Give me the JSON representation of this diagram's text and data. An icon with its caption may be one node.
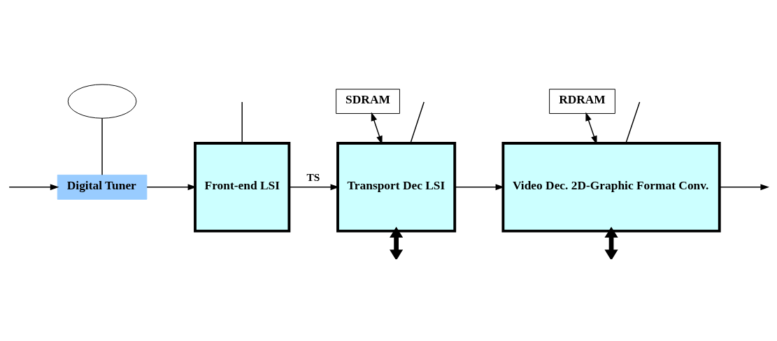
{
  "diagram": {
    "nodes": [
      {
        "text": [],
        "shape": "ellipse"
      },
      {
        "text": [
          "SDRAM"
        ]
      },
      {
        "text": [
          "RDRAM"
        ]
      },
      {
        "text": [
          "Digital Tuner"
        ]
      },
      {
        "text": [
          "Front-end LSI"
        ]
      },
      {
        "text": [
          "Transport Dec LSI"
        ]
      },
      {
        "text": [
          "Video Dec. 2D-Graphic Format Conv."
        ]
      }
    ],
    "edges": [
      {
        "from": null,
        "to": 3,
        "arrow": "to"
      },
      {
        "from": 0,
        "to": 3,
        "arrow": "none"
      },
      {
        "from": null,
        "to": 4,
        "arrow": "none"
      },
      {
        "from": 3,
        "to": 4,
        "arrow": "to"
      },
      {
        "from": 4,
        "to": 5,
        "arrow": "to",
        "label": "TS"
      },
      {
        "from": null,
        "to": 5,
        "arrow": "none"
      },
      {
        "from": 1,
        "to": 5,
        "arrow": "both"
      },
      {
        "from": 5,
        "to": 6,
        "arrow": "to"
      },
      {
        "from": 5,
        "to": null,
        "arrow": "both",
        "style": "thick"
      },
      {
        "from": null,
        "to": 6,
        "arrow": "none"
      },
      {
        "from": 2,
        "to": 6,
        "arrow": "both"
      },
      {
        "from": 6,
        "to": null,
        "arrow": "to"
      },
      {
        "from": 6,
        "to": null,
        "arrow": "both",
        "style": "thick"
      }
    ]
  }
}
